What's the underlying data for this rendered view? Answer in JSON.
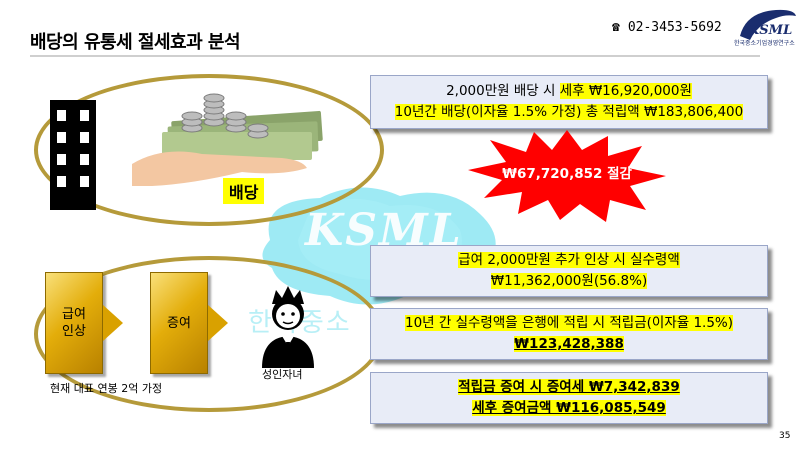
{
  "header": {
    "title": "배당의 유통세 절세효과 분석",
    "phone": "02-3453-5692",
    "phone_icon": "phone-icon",
    "logo_text": "KSML",
    "logo_subtext": "한국중소기업경영연구소"
  },
  "watermark": {
    "text": "KSML",
    "korean": "한국중소"
  },
  "dividend_section": {
    "label": "배당"
  },
  "box1": {
    "line1_prefix": "2,000만원 배당 시 ",
    "line1_highlight": "세후 ₩16,920,000원",
    "line2": "10년간 배당(이자율 1.5% 가정) 총 적립액 ₩183,806,400"
  },
  "burst": {
    "text": "₩67,720,852 절감",
    "color": "#ff0000"
  },
  "flow": {
    "step1": "급여\n인상",
    "step2": "증여",
    "person_label": "성인자녀",
    "assumption": "현재 대표 연봉 2억 가정"
  },
  "box2": {
    "line1": "급여 2,000만원 추가 인상 시 실수령액",
    "line2": "₩11,362,000원(56.8%)"
  },
  "box3": {
    "line1": "10년 간 실수령액을 은행에 적립 시 적립금(이자율 1.5%)",
    "line2": "₩123,428,388"
  },
  "box4": {
    "line1": "적립금 증여 시 증여세 ₩7,342,839",
    "line2": "세후 증여금액 ₩116,085,549"
  },
  "page_number": "35",
  "colors": {
    "ellipse_border": "#b59a3a",
    "highlight": "#ffff00",
    "box_bg": "#e8ecf7",
    "gold": "#e3ad0a",
    "splash": "#7fe3f0"
  }
}
